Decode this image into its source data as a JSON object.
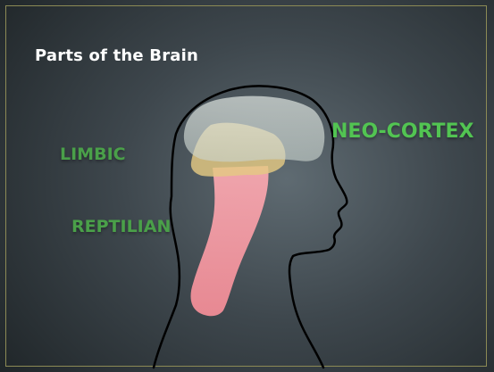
{
  "slide": {
    "title": "Parts of the Brain"
  },
  "labels": {
    "neo_cortex": "NEO-CORTEX",
    "limbic": "LIMBIC",
    "reptilian": "REPTILIAN"
  },
  "colors": {
    "label_green": "#4aa049",
    "neo_cortex_fill": "#dfe6e1",
    "limbic_fill": "#e4c982",
    "reptilian_fill": "#f59aa4",
    "head_outline": "#000000"
  }
}
